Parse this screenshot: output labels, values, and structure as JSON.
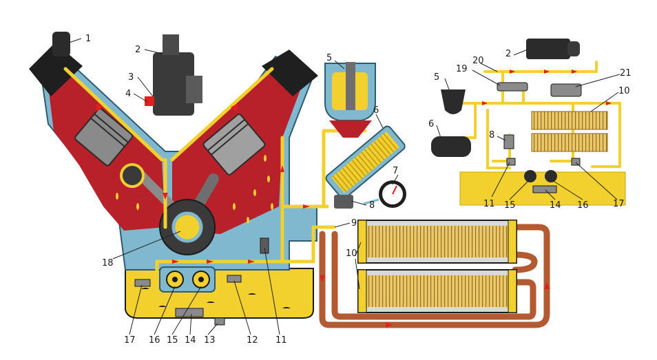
{
  "colors": {
    "engine_red": "#b8202a",
    "block_blue": "#7fb8cf",
    "oil_yellow": "#f2d12e",
    "dark_metal": "#2b2b2b",
    "copper": "#b45a32",
    "arrow_red": "#e02020",
    "leader": "#222222"
  },
  "icons": {
    "gauge": "pressure-gauge-icon",
    "filter": "oil-filter-icon",
    "pump": "gear-pump-icon"
  },
  "labels": {
    "main": {
      "n1": "1",
      "n2": "2",
      "n3": "3",
      "n4": "4",
      "n5": "5",
      "n6": "6",
      "n7": "7",
      "n8": "8",
      "n9": "9",
      "n10": "10",
      "n11": "11",
      "n12": "12",
      "n13": "13",
      "n14": "14",
      "n15": "15",
      "n16": "16",
      "n17": "17",
      "n18": "18"
    },
    "schematic": {
      "n2": "2",
      "n5": "5",
      "n6": "6",
      "n8": "8",
      "n10": "10",
      "n11": "11",
      "n14": "14",
      "n15": "15",
      "n16": "16",
      "n17": "17",
      "n19": "19",
      "n20": "20",
      "n21": "21"
    }
  }
}
